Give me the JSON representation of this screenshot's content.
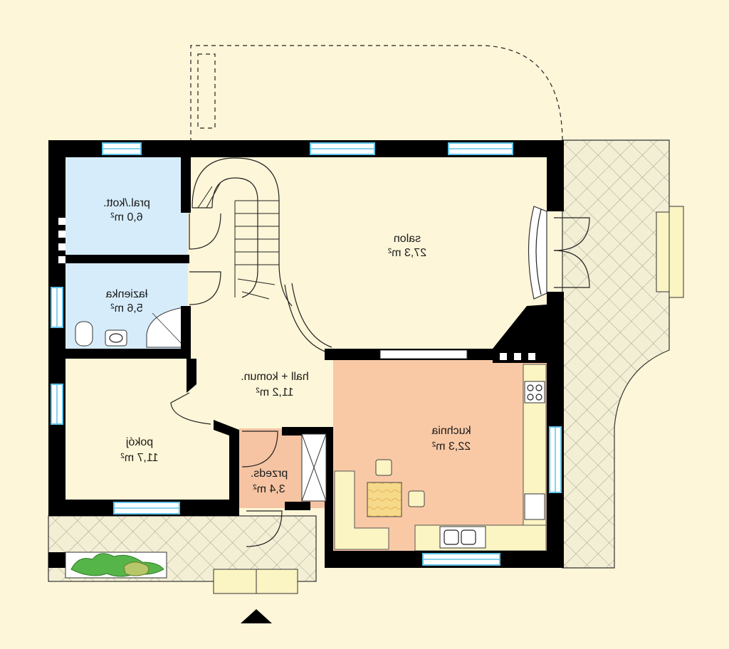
{
  "colors": {
    "background": "#fdf6d8",
    "wall": "#000000",
    "bath_fill": "#d6ecfb",
    "kitchen_fill": "#f9c9a6",
    "vestibule_fill": "#f6c4a3",
    "counter_fill": "#fbf4c3",
    "window_blue": "#5fc3e8",
    "terrace_fill": "#f3efd5"
  },
  "rooms": [
    {
      "name": "pral./kott.",
      "area": "6,0 m²"
    },
    {
      "name": "łazienka",
      "area": "5,6 m²"
    },
    {
      "name": "salon",
      "area": "27,3 m²"
    },
    {
      "name": "hall + komun.",
      "area": "11,2 m²"
    },
    {
      "name": "pokój",
      "area": "11,7 m²"
    },
    {
      "name": "kuchnia",
      "area": "22,3 m²"
    },
    {
      "name": "przeds.",
      "area": "3,4 m²"
    }
  ],
  "icons": {
    "entrance": "entrance-arrow-icon",
    "stove": "stove-icon",
    "sink": "sink-icon",
    "toilet": "toilet-icon",
    "washbasin": "washbasin-icon",
    "shower": "shower-icon",
    "plants": "plant-bed-icon"
  }
}
